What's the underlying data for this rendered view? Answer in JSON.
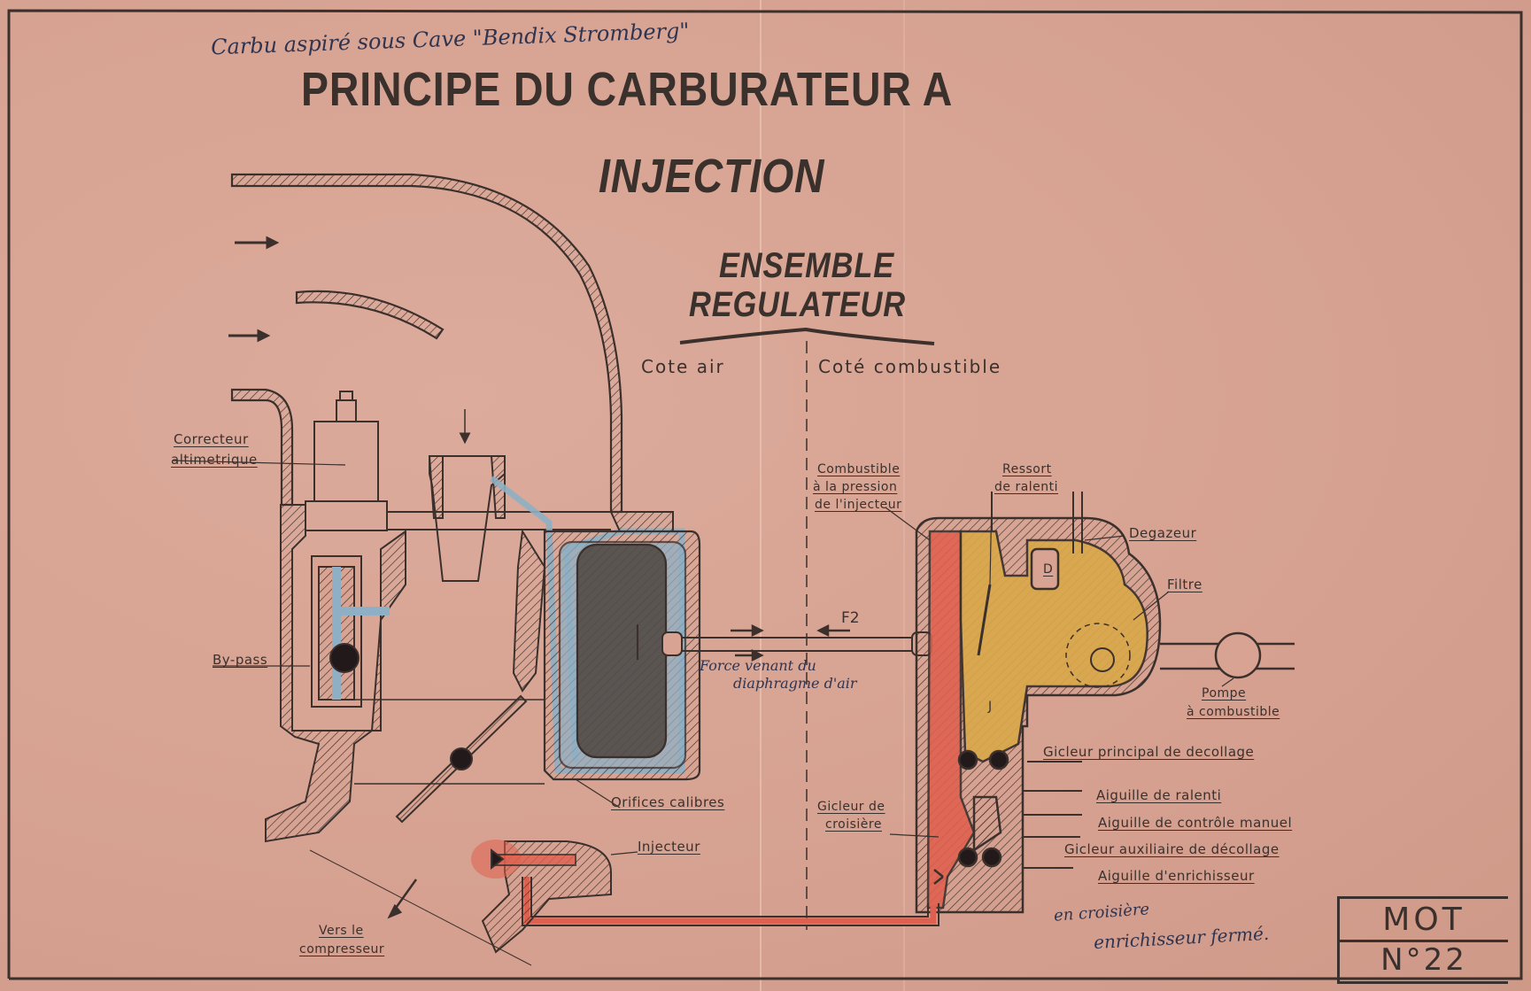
{
  "document": {
    "handwritten_note": "Carbu aspiré sous Cave \"Bendix Stromberg\"",
    "title_line1": "PRINCIPE DU CARBURATEUR A",
    "title_line2": "INJECTION",
    "subtitle_line1": "ENSEMBLE",
    "subtitle_line2": "REGULATEUR",
    "side_air": "Cote air",
    "side_fuel": "Coté combustible"
  },
  "labels": {
    "correcteur_1": "Correcteur",
    "correcteur_2": "altimetrique",
    "bypass": "By-pass",
    "combustible_1": "Combustible",
    "combustible_2": "à la pression",
    "combustible_3": "de l'injecteur",
    "ressort_1": "Ressort",
    "ressort_2": "de ralenti",
    "degazeur": "Degazeur",
    "filtre": "Filtre",
    "force_f2": "F2",
    "force_note_1": "Force venant du",
    "force_note_2": "diaphragme d'air",
    "pompe_1": "Pompe",
    "pompe_2": "à combustible",
    "gicleur_principal": "Gicleur principal de decollage",
    "aiguille_ralenti": "Aiguille de ralenti",
    "aiguille_controle": "Aiguille de contrôle manuel",
    "gicleur_auxiliaire": "Gicleur auxiliaire de décollage",
    "aiguille_enrichisseur": "Aiguille d'enrichisseur",
    "orifices": "Orifices calibres",
    "gicleur_croisiere_1": "Gicleur de",
    "gicleur_croisiere_2": "croisière",
    "injecteur": "Injecteur",
    "vers_1": "Vers le",
    "vers_2": "compresseur",
    "chamber_d": "D",
    "chamber_j": "J",
    "pen_note_1": "en croisière",
    "pen_note_2": "enrichisseur fermé."
  },
  "stamp": {
    "line1": "MOT",
    "line2": "N°22"
  },
  "colors": {
    "paper": "#d8a392",
    "ink": "#3b302c",
    "air_blue": "#8fb0c4",
    "fuel_red": "#e0604f",
    "fuel_yellow": "#d9a84a",
    "pen_blue": "#2f3450"
  }
}
